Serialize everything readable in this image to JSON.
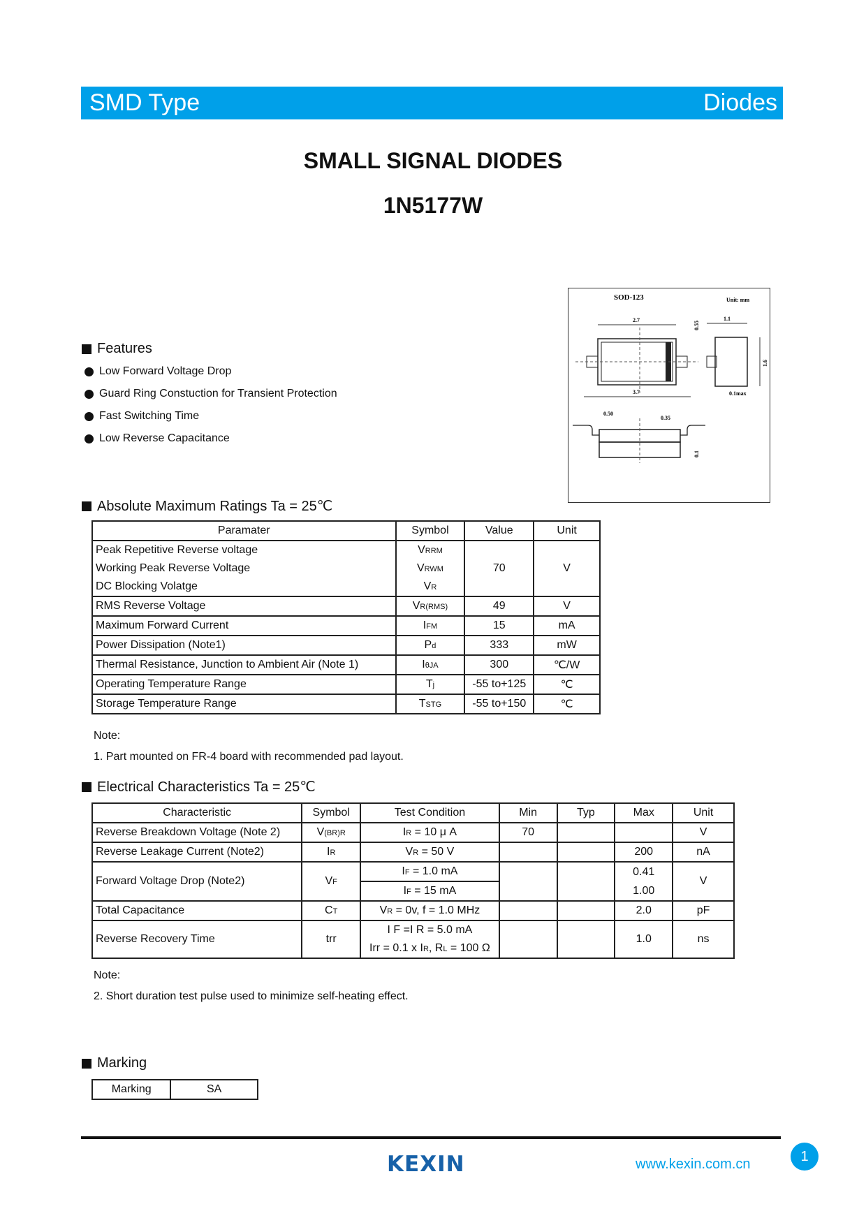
{
  "header": {
    "left": "SMD Type",
    "right": "Diodes"
  },
  "title": "SMALL SIGNAL DIODES",
  "part_number": "1N5177W",
  "package": {
    "name": "SOD-123",
    "unit": "Unit: mm",
    "dims": {
      "top_width": "2.7",
      "total_length": "3.7",
      "height": "0.55",
      "side_width": "1.1",
      "side_height": "1.6",
      "thickness": "0.1max",
      "lead": "0.50",
      "lead2": "0.35",
      "lead_t": "0.1"
    }
  },
  "features": {
    "heading": "Features",
    "items": [
      "Low Forward Voltage Drop",
      "Guard Ring Constuction for Transient Protection",
      "Fast Switching Time",
      "Low Reverse Capacitance"
    ]
  },
  "abs_max": {
    "heading": "Absolute Maximum Ratings Ta = 25℃",
    "headers": [
      "Paramater",
      "Symbol",
      "Value",
      "Unit"
    ],
    "group": {
      "params": [
        "Peak Repetitive  Reverse voltage",
        "Working Peak Reverse Voltage",
        "DC Blocking Volatge"
      ],
      "symbols": [
        [
          "V",
          "RRM"
        ],
        [
          "V",
          "RWM"
        ],
        [
          "V",
          "R"
        ]
      ],
      "value": "70",
      "unit": "V"
    },
    "rows": [
      {
        "param": "RMS Reverse Voltage",
        "sym": "V",
        "sub": "R(RMS)",
        "value": "49",
        "unit": "V"
      },
      {
        "param": "Maximum Forward Current",
        "sym": "I",
        "sub": "FM",
        "value": "15",
        "unit": "mA"
      },
      {
        "param": "Power Dissipation (Note1)",
        "sym": "P",
        "sub": "d",
        "value": "333",
        "unit": "mW"
      },
      {
        "param": "Thermal Resistance, Junction to Ambient Air (Note 1)",
        "sym": "I",
        "sub": "θJA",
        "value": "300",
        "unit": "℃/W"
      },
      {
        "param": "Operating Temperature Range",
        "sym": "T",
        "sub": "j",
        "value": "-55 to+125",
        "unit": "℃"
      },
      {
        "param": "Storage Temperature Range",
        "sym": "T",
        "sub": "STG",
        "value": "-55 to+150",
        "unit": "℃"
      }
    ],
    "note_label": "Note:",
    "note": "1. Part mounted on FR-4 board with recommended pad layout."
  },
  "elec": {
    "heading": "Electrical Characteristics Ta = 25℃",
    "headers": [
      "Characteristic",
      "Symbol",
      "Test Condition",
      "Min",
      "Typ",
      "Max",
      "Unit"
    ],
    "r1": {
      "char": "Reverse Breakdown Voltage (Note 2)",
      "sym": "V",
      "sub": "(BR)R",
      "cond_a": "I",
      "cond_sub": "R",
      "cond_b": " = 10  μ A",
      "min": "70",
      "typ": "",
      "max": "",
      "unit": "V"
    },
    "r2": {
      "char": "Reverse Leakage Current (Note2)",
      "sym": "I",
      "sub": "R",
      "cond_a": "V",
      "cond_sub": "R",
      "cond_b": " = 50 V",
      "min": "",
      "typ": "",
      "max": "200",
      "unit": "nA"
    },
    "r3": {
      "char": "Forward Voltage Drop (Note2)",
      "sym": "V",
      "sub": "F",
      "cond1_a": "I",
      "cond1_sub": "F",
      "cond1_b": " = 1.0 mA",
      "cond2_a": "I",
      "cond2_sub": "F",
      "cond2_b": " = 15 mA",
      "max1": "0.41",
      "max2": "1.00",
      "unit": "V"
    },
    "r4": {
      "char": "Total Capacitance",
      "sym": "C",
      "sub": "T",
      "cond_a": "V",
      "cond_sub": "R",
      "cond_b": " = 0v, f = 1.0 MHz",
      "max": "2.0",
      "unit": "pF"
    },
    "r5": {
      "char": "Reverse Recovery Time",
      "sym": "trr",
      "cond1": "I F =I R = 5.0 mA",
      "cond2_a": "Irr = 0.1 x I",
      "cond2_s1": "R",
      "cond2_b": ", R",
      "cond2_s2": "L",
      "cond2_c": " = 100 Ω",
      "max": "1.0",
      "unit": "ns"
    },
    "note_label": "Note:",
    "note": "2. Short duration test pulse used to minimize self-heating effect."
  },
  "marking": {
    "heading": "Marking",
    "label": "Marking",
    "value": "SA"
  },
  "footer": {
    "logo": "KEXIN",
    "url": "www.kexin.com.cn",
    "page": "1"
  },
  "colors": {
    "brand": "#00a0e9"
  }
}
